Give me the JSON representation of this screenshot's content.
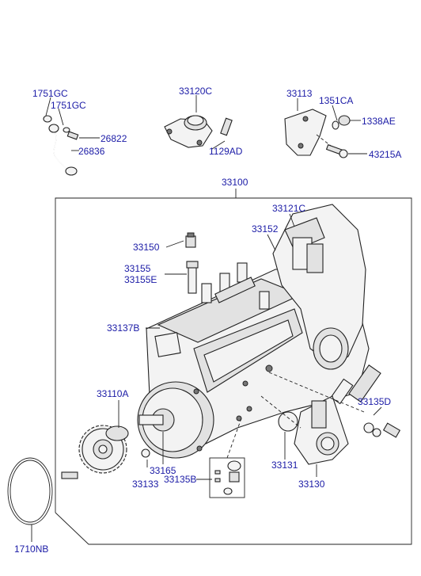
{
  "labels": {
    "p1751gc_a": "1751GC",
    "p1751gc_b": "1751GC",
    "p26822": "26822",
    "p26836": "26836",
    "p33120c": "33120C",
    "p1129ad": "1129AD",
    "p33113": "33113",
    "p1351ca": "1351CA",
    "p1338ae": "1338AE",
    "p43215a": "43215A",
    "p33100": "33100",
    "p33121c": "33121C",
    "p33152": "33152",
    "p33150": "33150",
    "p33155": "33155",
    "p33155e": "33155E",
    "p33137b": "33137B",
    "p33110a": "33110A",
    "p33165": "33165",
    "p33133": "33133",
    "p33135b": "33135B",
    "p33131": "33131",
    "p33130": "33130",
    "p33135d": "33135D",
    "p1710nb": "1710NB"
  },
  "colors": {
    "label": "#1a1aa6",
    "line": "#222222"
  }
}
